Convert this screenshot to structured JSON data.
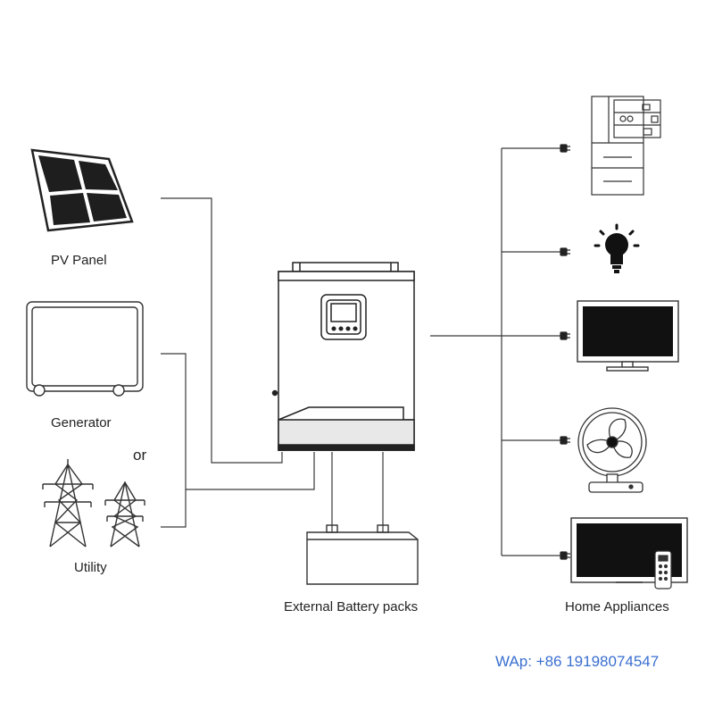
{
  "labels": {
    "pv_panel": "PV Panel",
    "generator": "Generator",
    "or": "or",
    "utility": "Utility",
    "battery": "External Battery packs",
    "home_appliances": "Home Appliances"
  },
  "contact": "WAp: +86 19198074547",
  "colors": {
    "line": "#3a3a3a",
    "contact": "#3a6fd0"
  },
  "icons": [
    "solar-panel-icon",
    "generator-icon",
    "transmission-tower-icon",
    "inverter-icon",
    "battery-icon",
    "refrigerator-icon",
    "light-bulb-icon",
    "monitor-icon",
    "fan-icon",
    "tv-icon",
    "remote-control-icon",
    "plug-icon"
  ]
}
